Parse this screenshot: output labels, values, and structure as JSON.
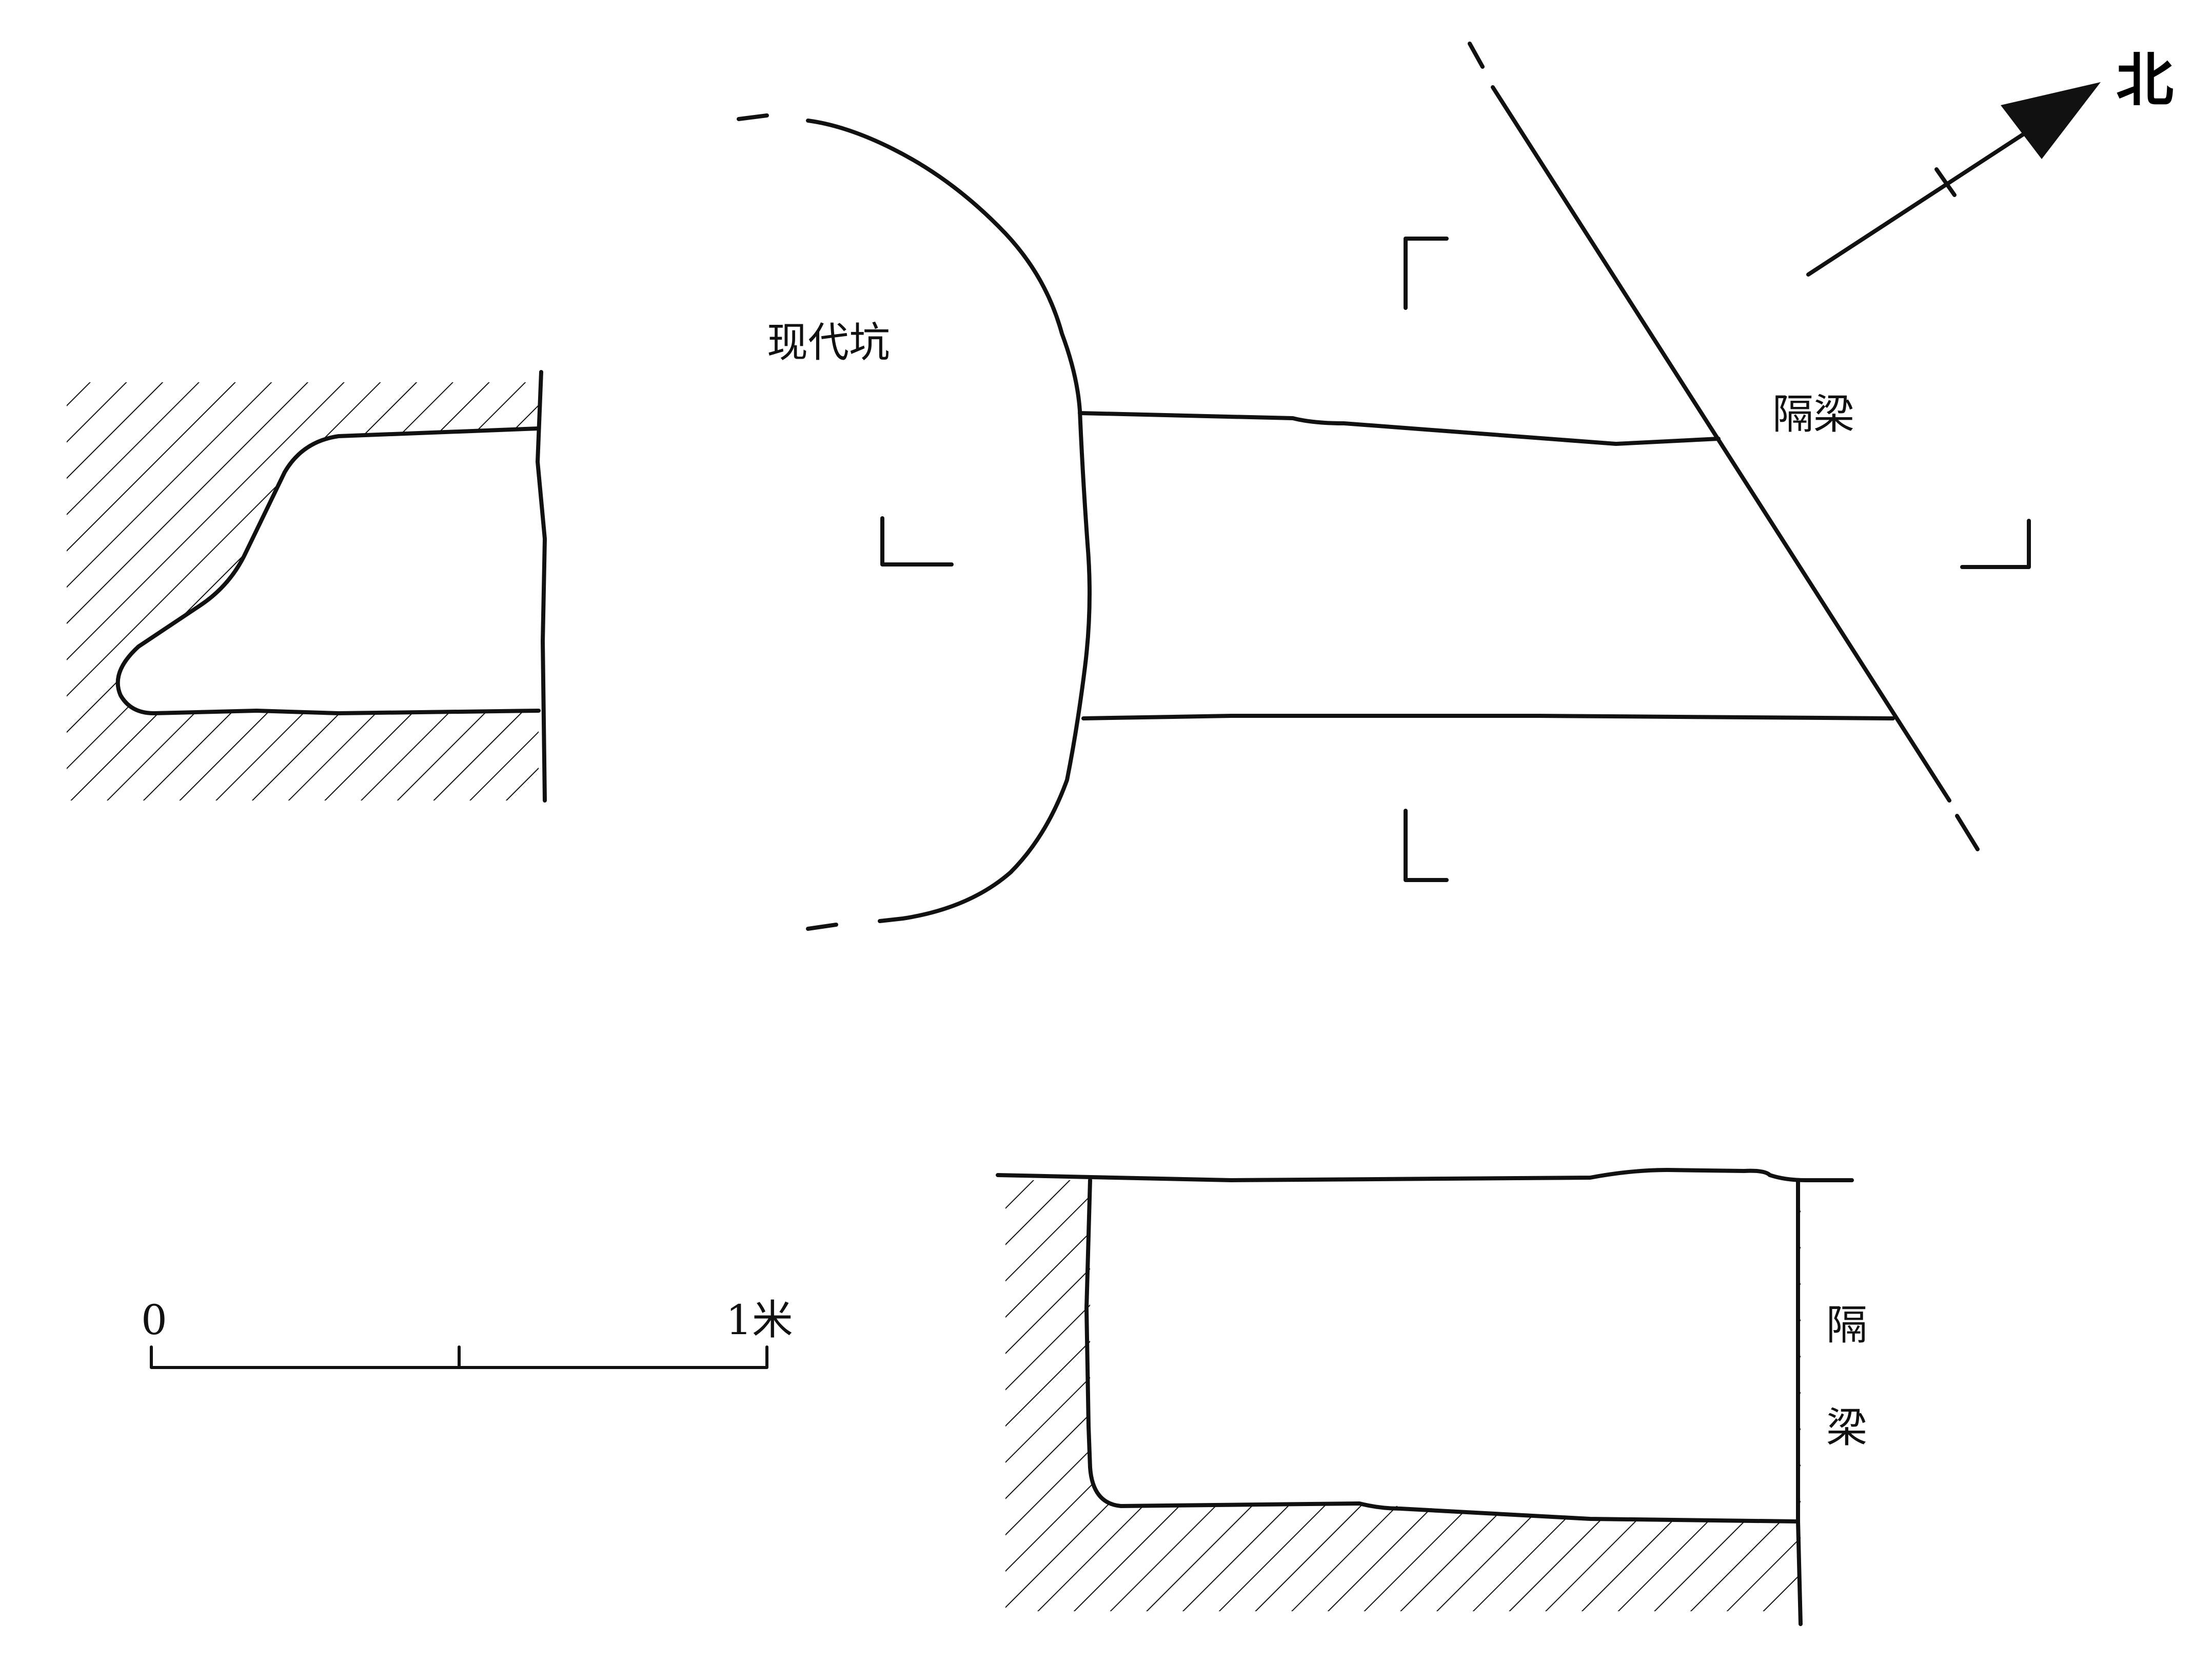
{
  "labels": {
    "modern_pit": "现代坑",
    "balk_plan": "隔梁",
    "balk_section_char1": "隔",
    "balk_section_char2": "梁",
    "north": "北"
  },
  "scale_bar": {
    "start_label": "0",
    "end_label": "1米"
  },
  "colors": {
    "ink": "#111111",
    "background": "#ffffff"
  }
}
